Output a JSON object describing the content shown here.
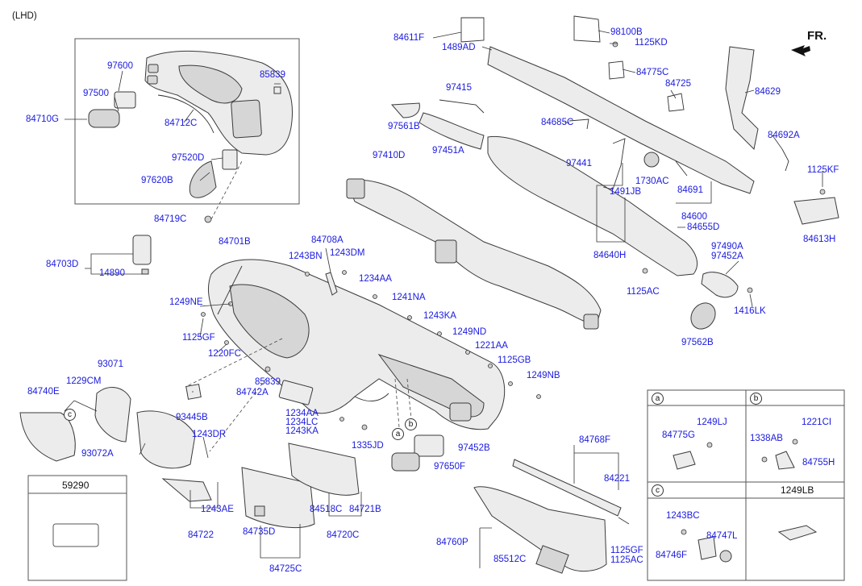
{
  "header_note": "(LHD)",
  "direction": {
    "label": "FR.",
    "icon": "front-arrow-icon"
  },
  "colors": {
    "label": "#1a1ae0",
    "line": "#333333",
    "part_fill": "#ececec"
  },
  "parts": {
    "p84611F": "84611F",
    "p1489AD": "1489AD",
    "p98100B": "98100B",
    "p1125KD": "1125KD",
    "p84775C": "84775C",
    "p84725": "84725",
    "p84629": "84629",
    "p97415": "97415",
    "p84685C": "84685C",
    "p97561B": "97561B",
    "p97451A": "97451A",
    "p97441": "97441",
    "p1730AC": "1730AC",
    "p1491JB": "1491JB",
    "p84691": "84691",
    "p84692A": "84692A",
    "p1125KF": "1125KF",
    "p97410D": "97410D",
    "p84600": "84600",
    "p84655D": "84655D",
    "p84613H": "84613H",
    "p84640H": "84640H",
    "p97490A": "97490A",
    "p97452A": "97452A",
    "p1125AC": "1125AC",
    "p1416LK": "1416LK",
    "p97562B": "97562B",
    "p97600": "97600",
    "p85839top": "85839",
    "p97500": "97500",
    "p84710G": "84710G",
    "p84712C": "84712C",
    "p97520D": "97520D",
    "p97620B": "97620B",
    "p84719C": "84719C",
    "p84703D": "84703D",
    "p14890": "14890",
    "p84701B": "84701B",
    "p84708A": "84708A",
    "p1243BN": "1243BN",
    "p1243DM": "1243DM",
    "p1234AA": "1234AA",
    "p1241NA": "1241NA",
    "p1249NE": "1249NE",
    "p1243KA": "1243KA",
    "p1249ND": "1249ND",
    "p1125GF": "1125GF",
    "p1221AA": "1221AA",
    "p1220FC": "1220FC",
    "p1125GB": "1125GB",
    "p85839mid": "85839",
    "p84742A": "84742A",
    "p1249NB": "1249NB",
    "p93071": "93071",
    "p1229CM": "1229CM",
    "p84740E": "84740E",
    "p93445B": "93445B",
    "p1243DR": "1243DR",
    "p93072A": "93072A",
    "p1234AAb": "1234AA",
    "p1234LC": "1234LC",
    "p1243KAb": "1243KA",
    "p1335JD": "1335JD",
    "p97452B": "97452B",
    "p97650F": "97650F",
    "p84768F": "84768F",
    "p84221": "84221",
    "p1243AE": "1243AE",
    "p84722": "84722",
    "p84518C": "84518C",
    "p84721B": "84721B",
    "p84720C": "84720C",
    "p84735D": "84735D",
    "p84725C": "84725C",
    "p84760P": "84760P",
    "p85512C": "85512C",
    "p1125GFb": "1125GF",
    "p1125ACb": "1125AC"
  },
  "legend_boxes": {
    "a": {
      "tag": "a",
      "part1": "1249LJ",
      "part2": "84775G"
    },
    "b": {
      "tag": "b",
      "part1": "1221CI",
      "part2": "1338AB",
      "part3": "84755H"
    },
    "c": {
      "tag": "c",
      "part1": "1243BC",
      "part2": "84747L",
      "part3": "84746F"
    },
    "d": {
      "title": "1249LB"
    },
    "e": {
      "title": "59290"
    }
  },
  "callouts": {
    "a": "a",
    "b": "b",
    "c": "c"
  }
}
